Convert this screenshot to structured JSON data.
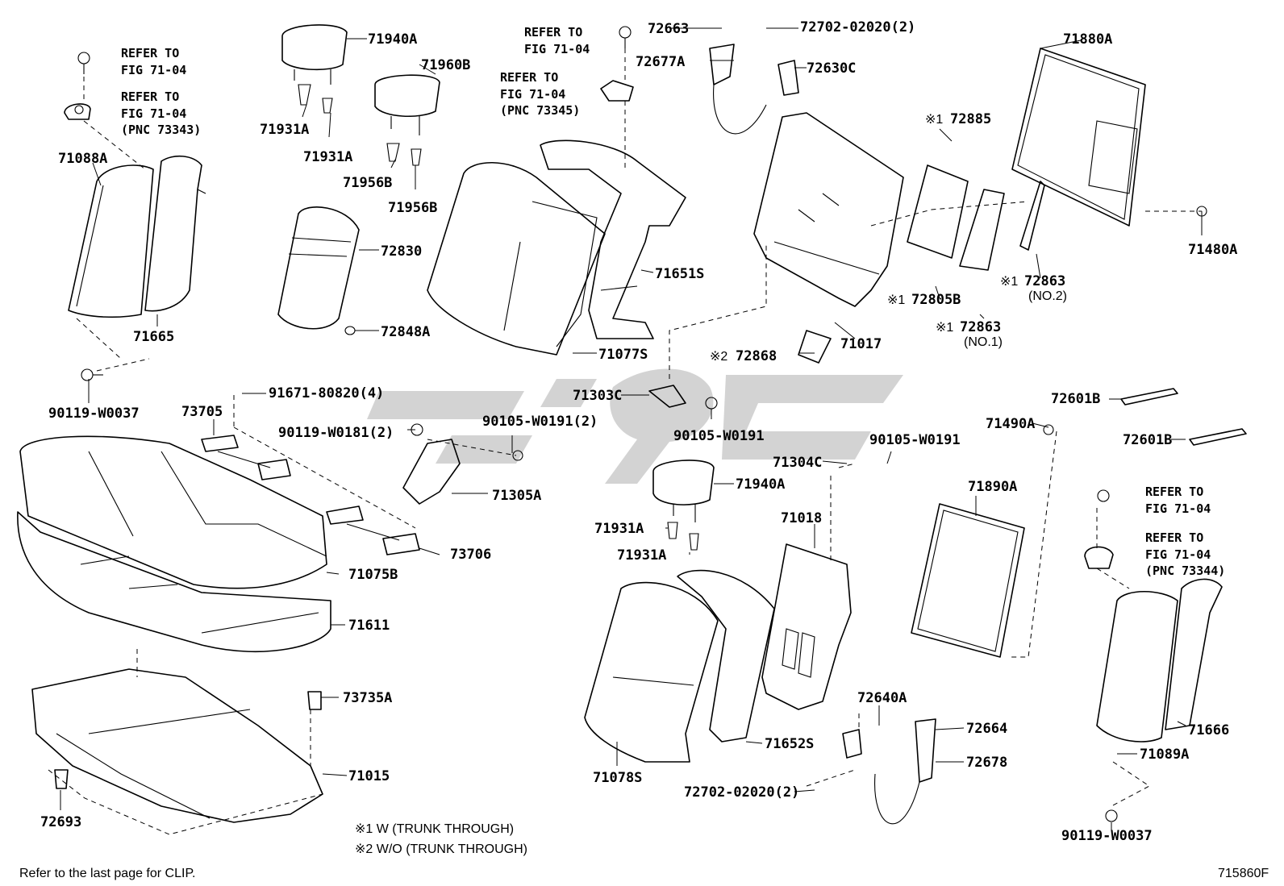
{
  "parts": [
    {
      "id": "p01",
      "label": "71940A"
    },
    {
      "id": "p02",
      "label": "71960B"
    },
    {
      "id": "p03",
      "label": "71931A"
    },
    {
      "id": "p04",
      "label": "71931A"
    },
    {
      "id": "p05",
      "label": "71956B"
    },
    {
      "id": "p06",
      "label": "71956B"
    },
    {
      "id": "p07",
      "label": "71088A"
    },
    {
      "id": "p08",
      "label": "71665"
    },
    {
      "id": "p09",
      "label": "72830"
    },
    {
      "id": "p10",
      "label": "72848A"
    },
    {
      "id": "p11",
      "label": "71651S"
    },
    {
      "id": "p12",
      "label": "71077S"
    },
    {
      "id": "p13",
      "label": "72663"
    },
    {
      "id": "p14",
      "label": "72702-02020(2)"
    },
    {
      "id": "p15",
      "label": "72677A"
    },
    {
      "id": "p16",
      "label": "72630C"
    },
    {
      "id": "p17",
      "label": "71880A"
    },
    {
      "id": "p18",
      "label": "72885"
    },
    {
      "id": "p19",
      "label": "72805B"
    },
    {
      "id": "p20",
      "label": "72863"
    },
    {
      "id": "p21",
      "label": "72863"
    },
    {
      "id": "p22",
      "label": "71017"
    },
    {
      "id": "p23",
      "label": "72868"
    },
    {
      "id": "p24",
      "label": "71480A"
    },
    {
      "id": "p25",
      "label": "90119-W0037"
    },
    {
      "id": "p26",
      "label": "91671-80820(4)"
    },
    {
      "id": "p27",
      "label": "73705"
    },
    {
      "id": "p28",
      "label": "90119-W0181(2)"
    },
    {
      "id": "p29",
      "label": "90105-W0191(2)"
    },
    {
      "id": "p30",
      "label": "71305A"
    },
    {
      "id": "p31",
      "label": "71303C"
    },
    {
      "id": "p32",
      "label": "90105-W0191"
    },
    {
      "id": "p33",
      "label": "72601B"
    },
    {
      "id": "p34",
      "label": "72601B"
    },
    {
      "id": "p35",
      "label": "71490A"
    },
    {
      "id": "p36",
      "label": "90105-W0191"
    },
    {
      "id": "p37",
      "label": "71304C"
    },
    {
      "id": "p38",
      "label": "71940A"
    },
    {
      "id": "p39",
      "label": "71018"
    },
    {
      "id": "p40",
      "label": "71931A"
    },
    {
      "id": "p41",
      "label": "71931A"
    },
    {
      "id": "p42",
      "label": "71890A"
    },
    {
      "id": "p43",
      "label": "73706"
    },
    {
      "id": "p44",
      "label": "71075B"
    },
    {
      "id": "p45",
      "label": "71611"
    },
    {
      "id": "p46",
      "label": "73735A"
    },
    {
      "id": "p47",
      "label": "71015"
    },
    {
      "id": "p48",
      "label": "72693"
    },
    {
      "id": "p49",
      "label": "71078S"
    },
    {
      "id": "p50",
      "label": "71652S"
    },
    {
      "id": "p51",
      "label": "72640A"
    },
    {
      "id": "p52",
      "label": "72664"
    },
    {
      "id": "p53",
      "label": "72678"
    },
    {
      "id": "p54",
      "label": "72702-02020(2)"
    },
    {
      "id": "p55",
      "label": "71666"
    },
    {
      "id": "p56",
      "label": "71089A"
    },
    {
      "id": "p57",
      "label": "90119-W0037"
    }
  ],
  "marks": {
    "m1": "※1",
    "m2": "※2"
  },
  "sub": {
    "no1": "(NO.1)",
    "no2": "(NO.2)"
  },
  "refs": [
    {
      "id": "r1",
      "l1": "REFER TO",
      "l2": "FIG 71-04"
    },
    {
      "id": "r2",
      "l1": "REFER TO",
      "l2": "FIG 71-04",
      "l3": "(PNC 73343)"
    },
    {
      "id": "r3",
      "l1": "REFER TO",
      "l2": "FIG 71-04"
    },
    {
      "id": "r4",
      "l1": "REFER TO",
      "l2": "FIG 71-04",
      "l3": "(PNC 73345)"
    },
    {
      "id": "r5",
      "l1": "REFER TO",
      "l2": "FIG 71-04"
    },
    {
      "id": "r6",
      "l1": "REFER TO",
      "l2": "FIG 71-04",
      "l3": "(PNC 73344)"
    }
  ],
  "legend": {
    "n1": "※1  W (TRUNK THROUGH)",
    "n2": "※2  W/O (TRUNK THROUGH)"
  },
  "footer": {
    "note": "Refer to the last page for CLIP.",
    "figure": "715860F"
  }
}
